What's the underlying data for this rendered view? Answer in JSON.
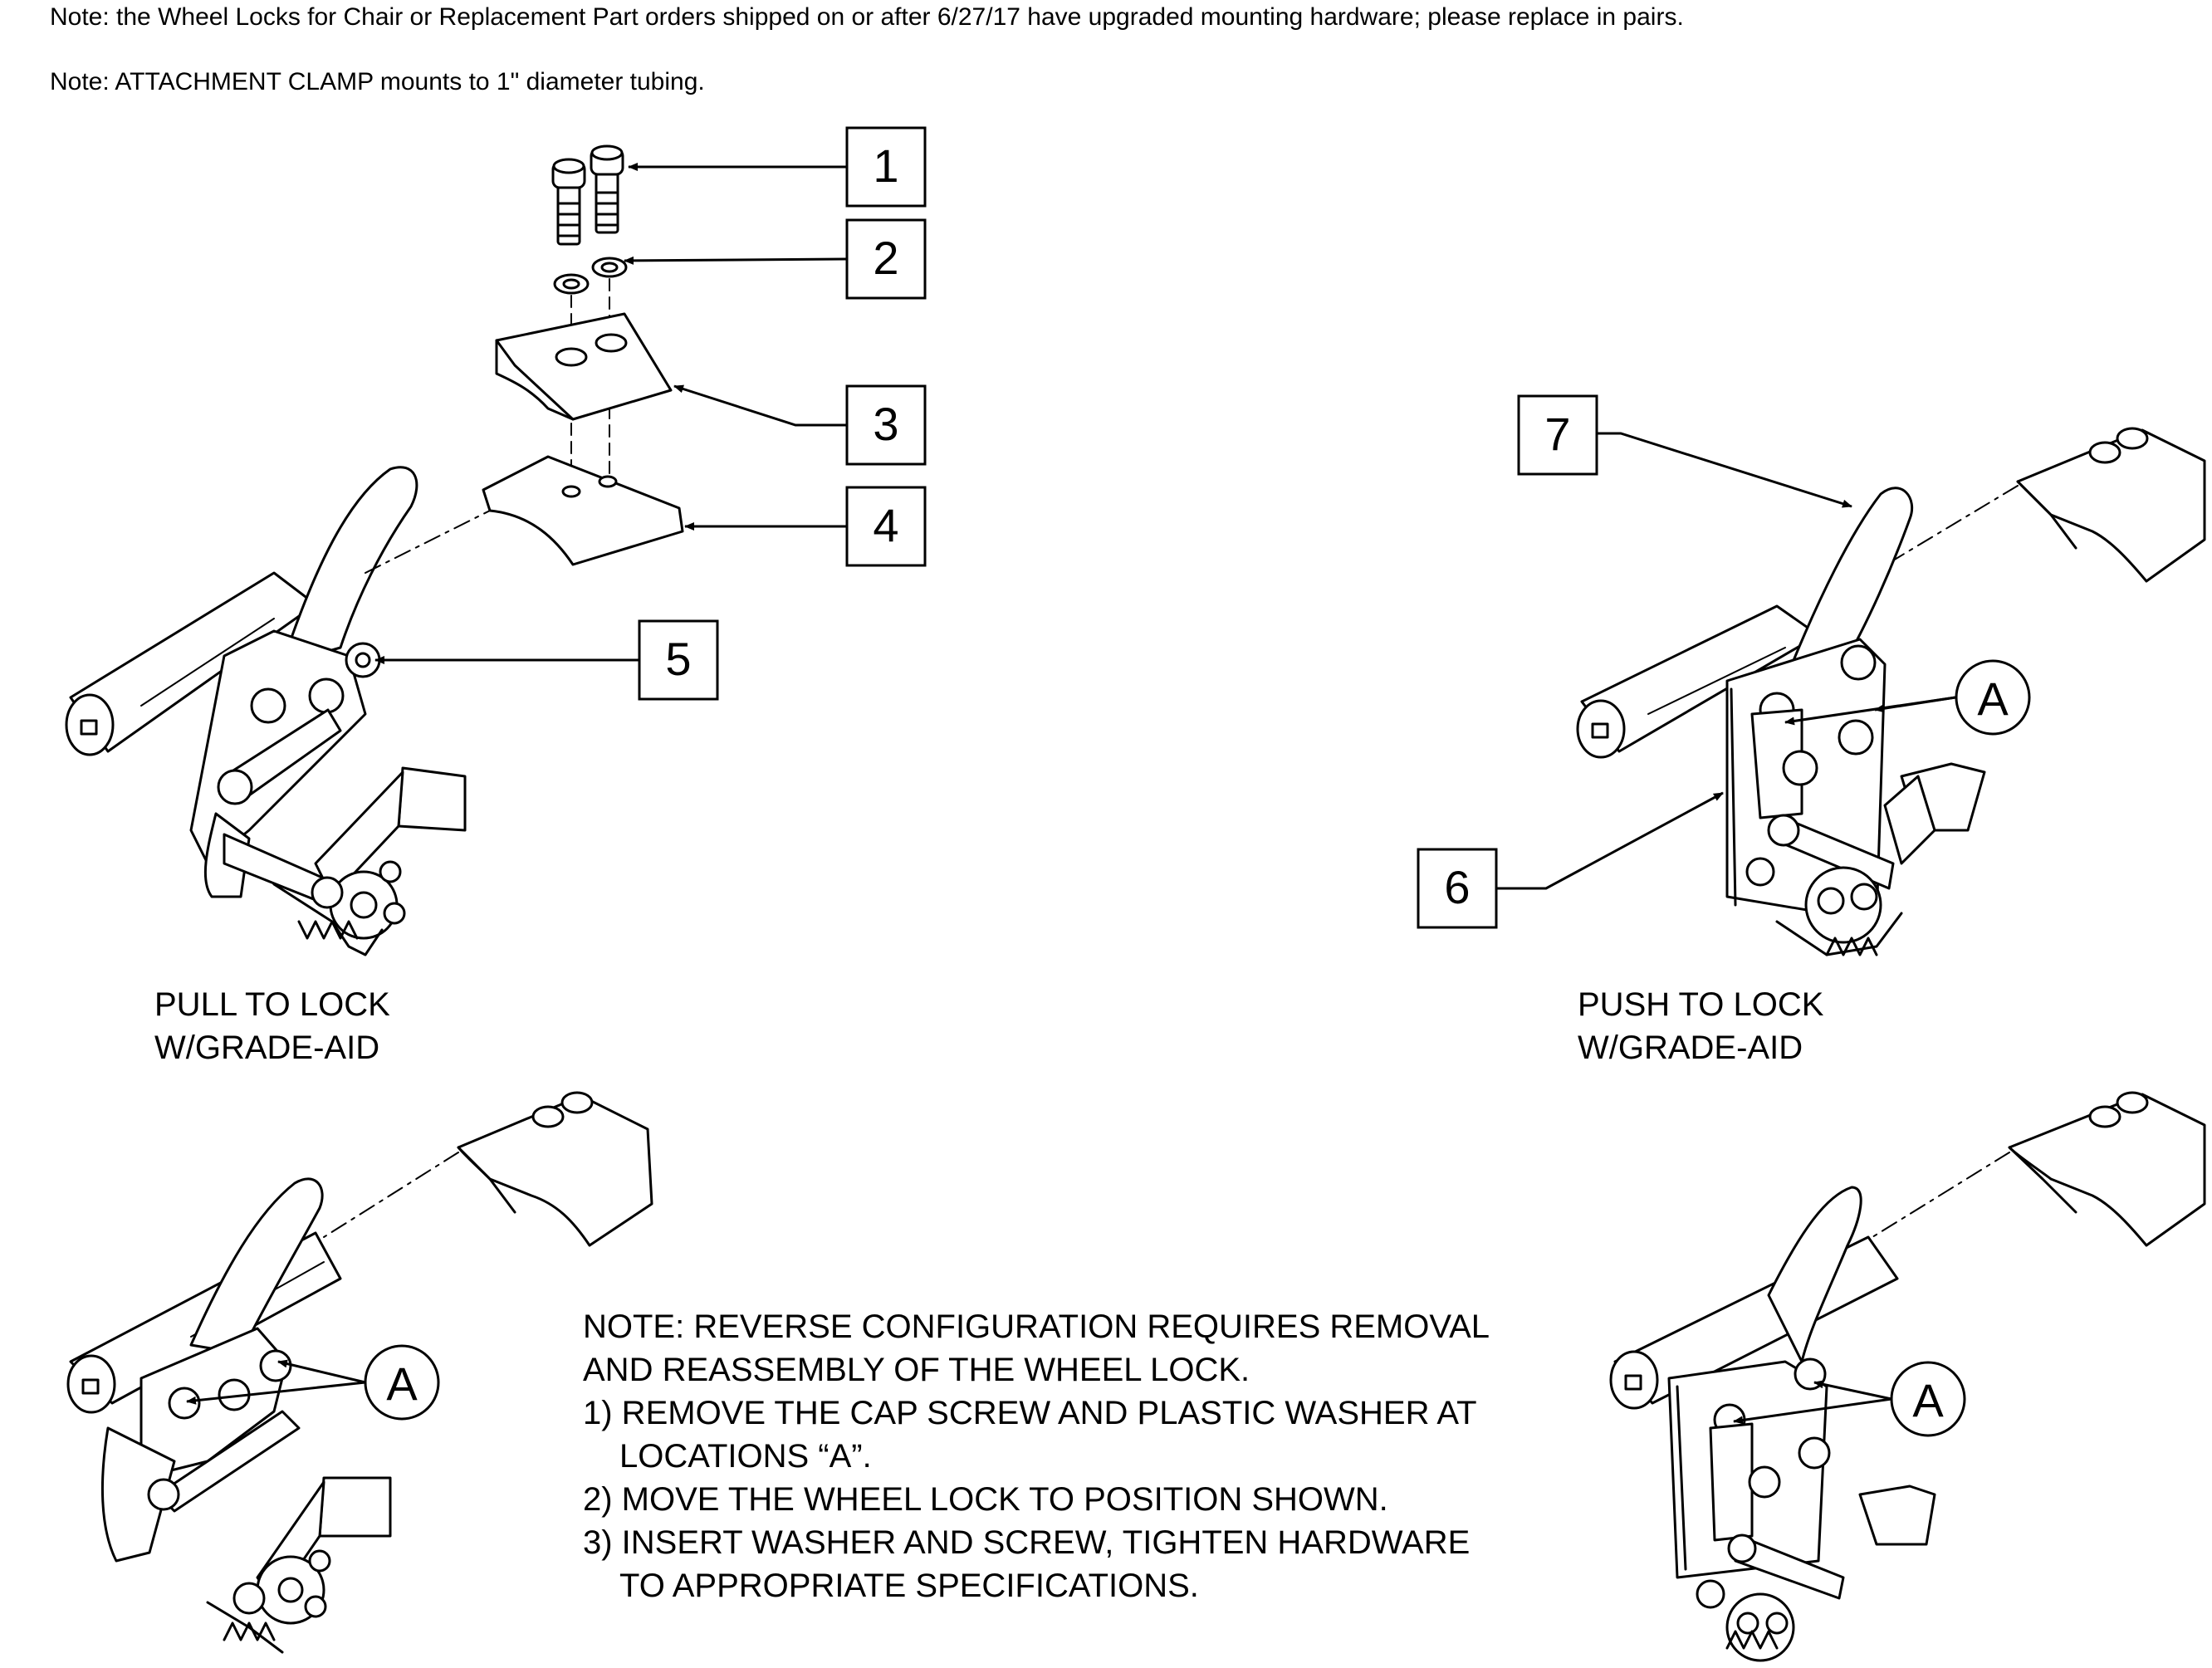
{
  "notes": {
    "note_1": "Note: the Wheel Locks for Chair or Replacement Part orders shipped on or after 6/27/17 have upgraded mounting hardware; please replace in pairs.",
    "note_2": "Note: ATTACHMENT CLAMP mounts to 1\" diameter tubing."
  },
  "callouts": {
    "c1": "1",
    "c2": "2",
    "c3": "3",
    "c4": "4",
    "c5": "5",
    "c6": "6",
    "c7": "7",
    "a": "A"
  },
  "captions": {
    "pull_line1": "PULL TO LOCK",
    "pull_line2": "W/GRADE-AID",
    "push_line1": "PUSH TO LOCK",
    "push_line2": "W/GRADE-AID"
  },
  "reverse_note": {
    "line1": "NOTE: REVERSE CONFIGURATION REQUIRES REMOVAL",
    "line2": "AND REASSEMBLY OF THE WHEEL LOCK.",
    "line3": "1) REMOVE THE CAP SCREW AND PLASTIC WASHER  AT",
    "line4": "LOCATIONS “A”.",
    "line5": "2) MOVE THE WHEEL LOCK TO POSITION SHOWN.",
    "line6": "3) INSERT WASHER AND SCREW, TIGHTEN HARDWARE",
    "line7": "TO APPROPRIATE SPECIFICATIONS."
  }
}
